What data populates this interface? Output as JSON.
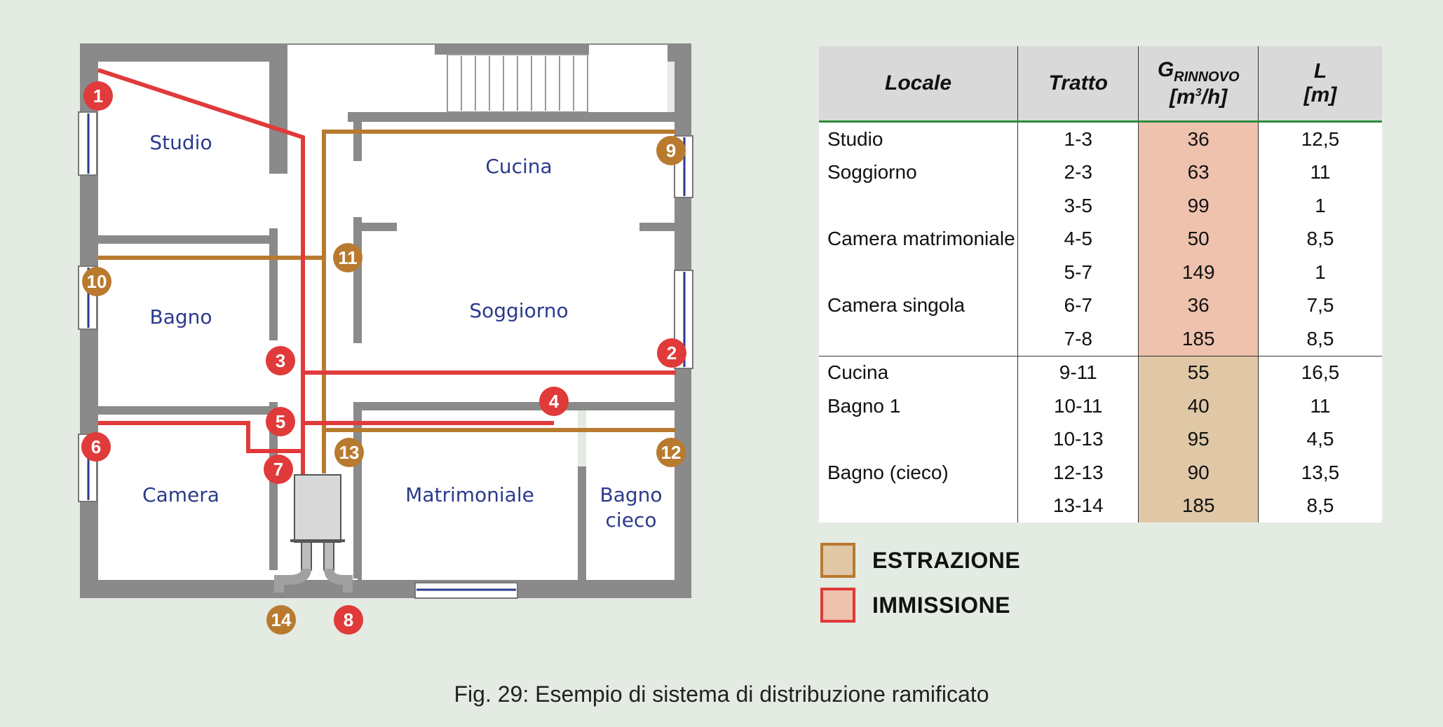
{
  "rooms": {
    "studio": "Studio",
    "bagno": "Bagno",
    "camera": "Camera",
    "cucina": "Cucina",
    "soggiorno": "Soggiorno",
    "matrimoniale": "Matrimoniale",
    "bagno_cieco_1": "Bagno",
    "bagno_cieco_2": "cieco"
  },
  "badges": {
    "b1": "1",
    "b2": "2",
    "b3": "3",
    "b4": "4",
    "b5": "5",
    "b6": "6",
    "b7": "7",
    "b8": "8",
    "b9": "9",
    "b10": "10",
    "b11": "11",
    "b12": "12",
    "b13": "13",
    "b14": "14"
  },
  "colors": {
    "immissione": "#e03a3a",
    "estrazione": "#b87a2e",
    "immissione_fill": "#efc2ae",
    "estrazione_fill": "#e0c8a6"
  },
  "table": {
    "headers": {
      "locale": "Locale",
      "tratto": "Tratto",
      "g_main": "G",
      "g_sub": "RINNOVO",
      "g_unit_pre": "[m",
      "g_unit_sup": "3",
      "g_unit_post": "/h]",
      "l_main": "L",
      "l_unit": "[m]"
    },
    "rows": [
      {
        "locale": "Studio",
        "tratto": "1-3",
        "g": "36",
        "l": "12,5"
      },
      {
        "locale": "Soggiorno",
        "tratto": "2-3",
        "g": "63",
        "l": "11"
      },
      {
        "locale": "",
        "tratto": "3-5",
        "g": "99",
        "l": "1"
      },
      {
        "locale": "Camera matrimoniale",
        "tratto": "4-5",
        "g": "50",
        "l": "8,5"
      },
      {
        "locale": "",
        "tratto": "5-7",
        "g": "149",
        "l": "1"
      },
      {
        "locale": "Camera singola",
        "tratto": "6-7",
        "g": "36",
        "l": "7,5"
      },
      {
        "locale": "",
        "tratto": "7-8",
        "g": "185",
        "l": "8,5"
      },
      {
        "locale": "Cucina",
        "tratto": "9-11",
        "g": "55",
        "l": "16,5"
      },
      {
        "locale": "Bagno 1",
        "tratto": "10-11",
        "g": "40",
        "l": "11"
      },
      {
        "locale": "",
        "tratto": "10-13",
        "g": "95",
        "l": "4,5"
      },
      {
        "locale": "Bagno (cieco)",
        "tratto": "12-13",
        "g": "90",
        "l": "13,5"
      },
      {
        "locale": "",
        "tratto": "13-14",
        "g": "185",
        "l": "8,5"
      }
    ]
  },
  "legend": {
    "estrazione": "ESTRAZIONE",
    "immissione": "IMMISSIONE"
  },
  "caption": "Fig. 29: Esempio di sistema di distribuzione ramificato"
}
